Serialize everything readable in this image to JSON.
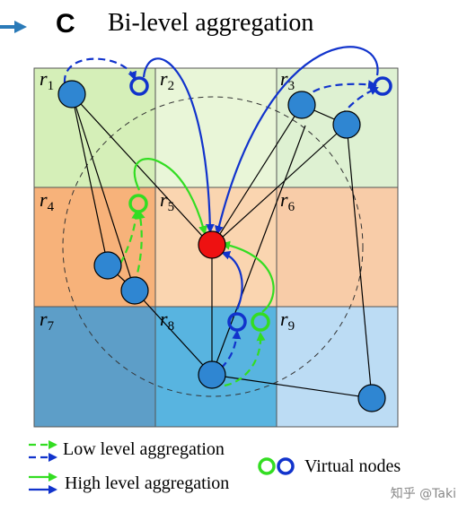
{
  "panel": {
    "letter": "C",
    "title": "Bi-level aggregation"
  },
  "regions": [
    {
      "id": "r1",
      "label_main": "r",
      "label_sub": "1",
      "color": "#d5efb8"
    },
    {
      "id": "r2",
      "label_main": "r",
      "label_sub": "2",
      "color": "#e9f6d8"
    },
    {
      "id": "r3",
      "label_main": "r",
      "label_sub": "3",
      "color": "#def1d2"
    },
    {
      "id": "r4",
      "label_main": "r",
      "label_sub": "4",
      "color": "#f7b27a"
    },
    {
      "id": "r5",
      "label_main": "r",
      "label_sub": "5",
      "color": "#fad5b0"
    },
    {
      "id": "r6",
      "label_main": "r",
      "label_sub": "6",
      "color": "#f8cca8"
    },
    {
      "id": "r7",
      "label_main": "r",
      "label_sub": "7",
      "color": "#5d9ec8"
    },
    {
      "id": "r8",
      "label_main": "r",
      "label_sub": "8",
      "color": "#58b4e0"
    },
    {
      "id": "r9",
      "label_main": "r",
      "label_sub": "9",
      "color": "#bcdcf4"
    }
  ],
  "legend": {
    "low": "Low level aggregation",
    "high": "High level aggregation",
    "virtual": "Virtual nodes"
  },
  "colors": {
    "node_fill": "#2f86d2",
    "center_fill": "#ee1111",
    "low_green": "#33dd22",
    "low_blue": "#1133cc",
    "high_green": "#33dd22",
    "high_blue": "#1133cc"
  },
  "watermark": "知乎 @Taki"
}
